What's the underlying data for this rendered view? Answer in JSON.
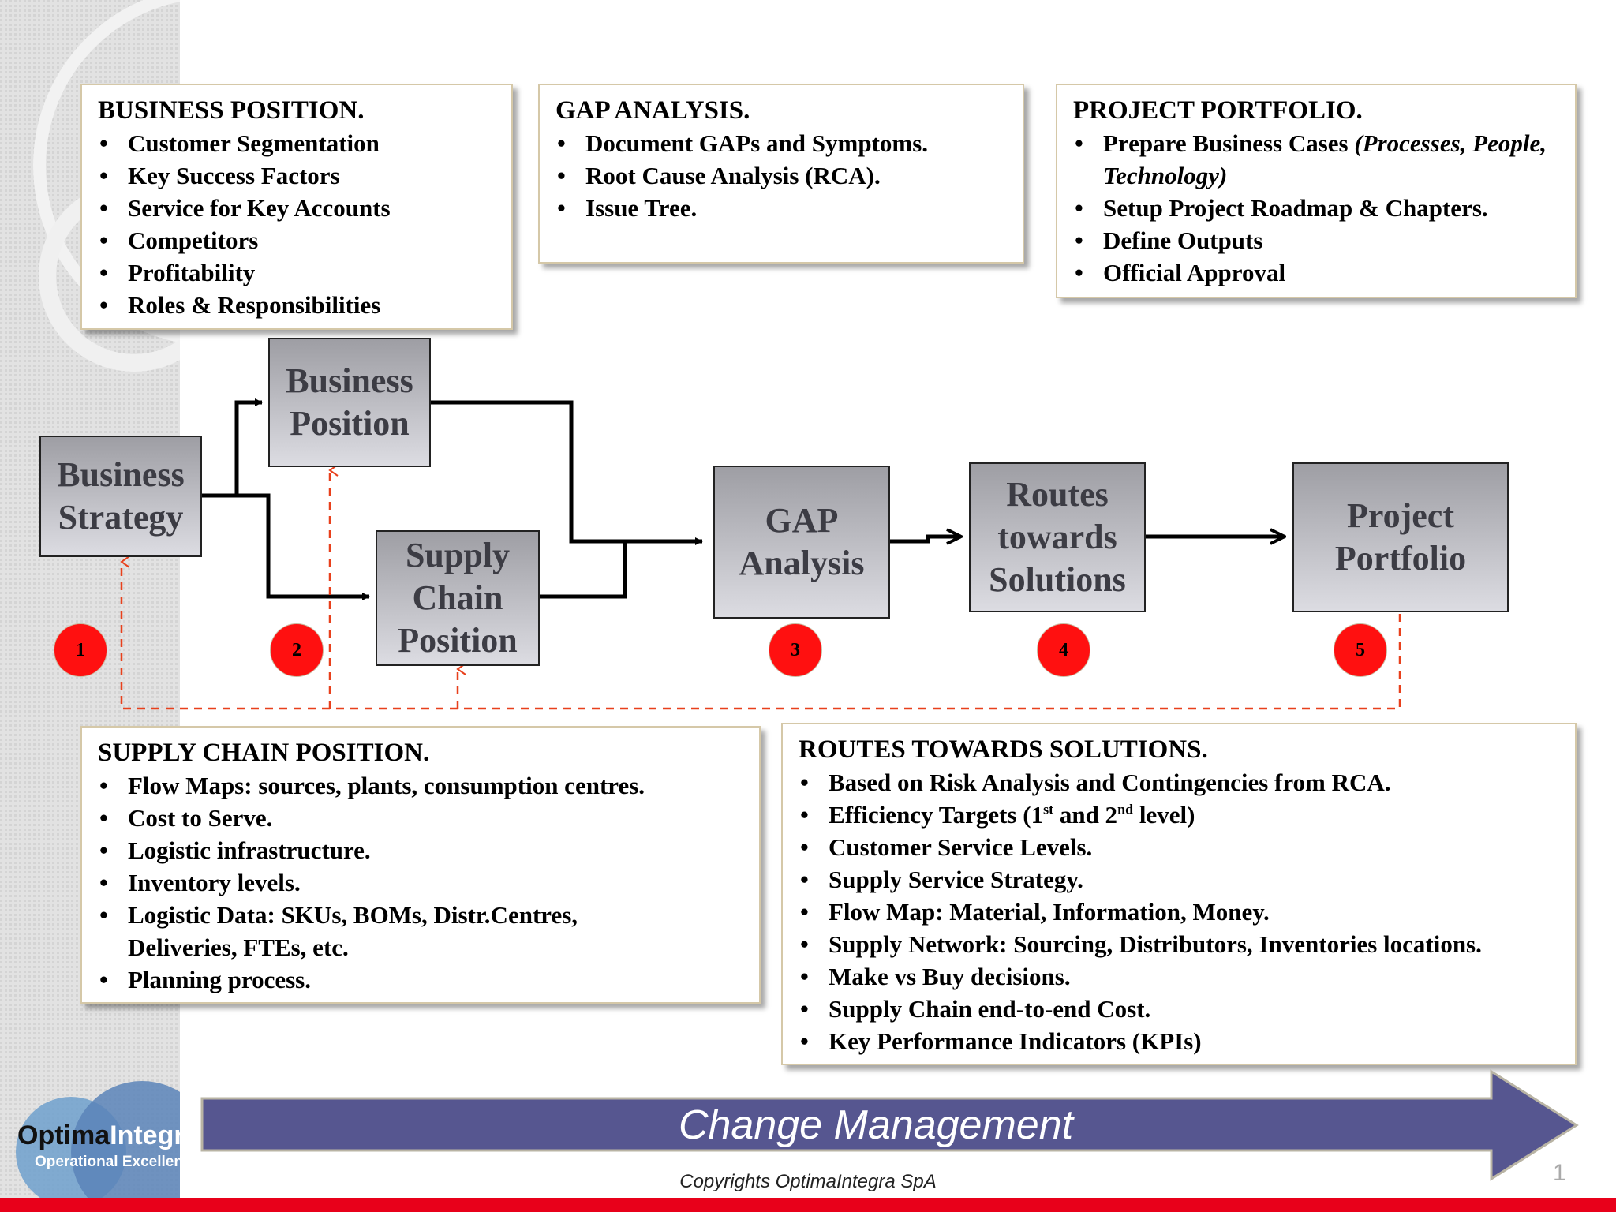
{
  "boxes": {
    "business_position": {
      "title": "BUSINESS POSITION.",
      "items": [
        "Customer Segmentation",
        "Key Success Factors",
        "Service for Key Accounts",
        "Competitors",
        "Profitability",
        "Roles & Responsibilities"
      ]
    },
    "gap_analysis": {
      "title": "GAP ANALYSIS.",
      "items": [
        "Document GAPs and Symptoms.",
        "Root Cause Analysis (RCA).",
        "Issue Tree."
      ]
    },
    "project_portfolio": {
      "title": "PROJECT PORTFOLIO.",
      "item1_text": "Prepare Business Cases ",
      "item1_italic": "(Processes, People, Technology)",
      "items": [
        "Setup Project Roadmap & Chapters.",
        "Define Outputs",
        "Official Approval"
      ]
    },
    "supply_chain_position": {
      "title": "SUPPLY CHAIN POSITION.",
      "items": [
        "Flow Maps: sources, plants, consumption centres.",
        "Cost to Serve.",
        "Logistic infrastructure.",
        "Inventory levels.",
        "Logistic Data: SKUs, BOMs, Distr.Centres, Deliveries, FTEs, etc.",
        "Planning process."
      ]
    },
    "routes_towards_solutions": {
      "title": "ROUTES TOWARDS SOLUTIONS.",
      "item0": "Based on Risk Analysis and Contingencies from RCA.",
      "eff_a": "Efficiency Targets (1",
      "eff_sup1": "st",
      "eff_b": " and 2",
      "eff_sup2": "nd",
      "eff_c": " level)",
      "items": [
        "Customer Service Levels.",
        "Supply Service Strategy.",
        "Flow Map: Material, Information, Money.",
        "Supply Network: Sourcing, Distributors, Inventories locations.",
        "Make vs Buy decisions.",
        "Supply Chain end-to-end Cost.",
        "Key Performance Indicators (KPIs)"
      ]
    }
  },
  "nodes": {
    "business_strategy": [
      "Business",
      "Strategy"
    ],
    "business_position": [
      "Business",
      "Position"
    ],
    "supply_chain_position": [
      "Supply",
      "Chain",
      "Position"
    ],
    "gap_analysis": [
      "GAP",
      "Analysis"
    ],
    "routes_towards_solutions": [
      "Routes",
      "towards",
      "Solutions"
    ],
    "project_portfolio": [
      "Project",
      "Portfolio"
    ]
  },
  "badges": [
    "1",
    "2",
    "3",
    "4",
    "5"
  ],
  "banner": {
    "text": "Change Management"
  },
  "logo": {
    "part1": "Optima",
    "part2": "Integra",
    "tagline": "Operational Excellence"
  },
  "footer": {
    "copyright": "Copyrights OptimaIntegra SpA",
    "page_number": "1"
  },
  "colors": {
    "badge": "#ff1010",
    "banner": "#565690",
    "dashed_line": "#e8401c",
    "footer_bar": "#e8001a"
  }
}
